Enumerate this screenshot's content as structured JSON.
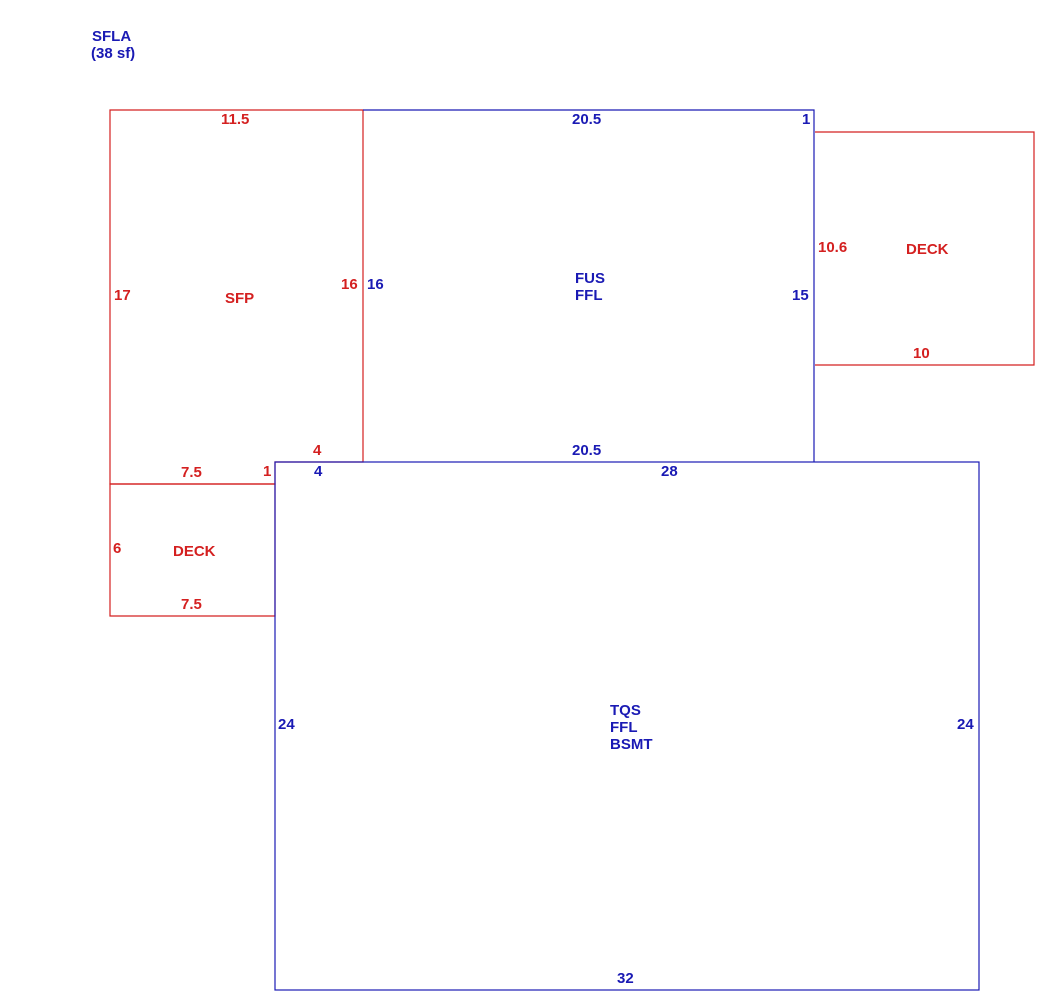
{
  "colors": {
    "living": "#1a1ab4",
    "other": "#d42020"
  },
  "legend": {
    "line1": "SFLA",
    "line2": "(38 sf)"
  },
  "areas": {
    "sfp": {
      "name": "SFP",
      "top": "11.5",
      "left": "17",
      "right": "16",
      "bottom_right": "4",
      "bottom_left": "7.5",
      "step": "1"
    },
    "fus": {
      "name_line1": "FUS",
      "name_line2": "FFL",
      "top": "20.5",
      "top_right": "1",
      "left": "16",
      "right": "15",
      "bottom": "20.5"
    },
    "deck_right": {
      "name": "DECK",
      "left": "10.6",
      "bottom": "10"
    },
    "deck_left": {
      "name": "DECK",
      "left": "6",
      "bottom": "7.5"
    },
    "tqs": {
      "name_line1": "TQS",
      "name_line2": "FFL",
      "name_line3": "BSMT",
      "top": "28",
      "top_left": "4",
      "left": "24",
      "right": "24",
      "bottom": "32"
    }
  }
}
